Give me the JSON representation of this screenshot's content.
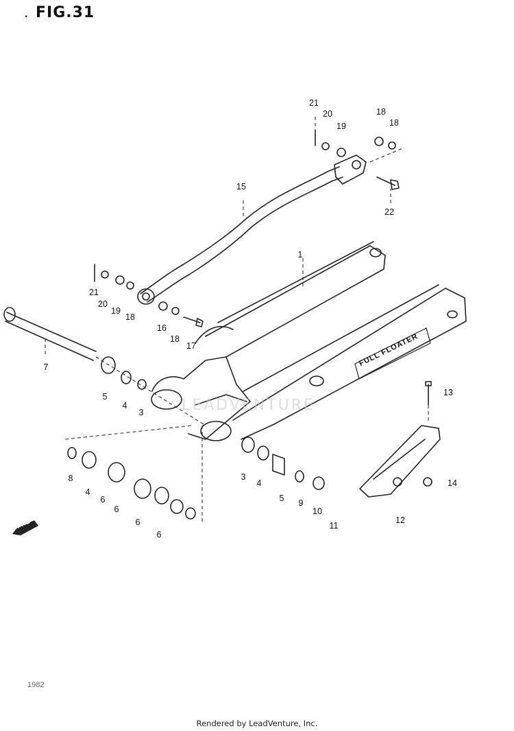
{
  "figure": {
    "title": "FIG.31",
    "mark": "."
  },
  "callouts": {
    "c1": "1",
    "c3a": "3",
    "c3b": "3",
    "c4a": "4",
    "c4b": "4",
    "c4c": "4",
    "c5a": "5",
    "c5b": "5",
    "c6a": "6",
    "c6b": "6",
    "c6c": "6",
    "c6d": "6",
    "c7": "7",
    "c8": "8",
    "c9": "9",
    "c10": "10",
    "c11": "11",
    "c12": "12",
    "c13": "13",
    "c14": "14",
    "c15": "15",
    "c16": "16",
    "c17": "17",
    "c18a": "18",
    "c18b": "18",
    "c18c": "18",
    "c19a": "19",
    "c19b": "19",
    "c20a": "20",
    "c20b": "20",
    "c21a": "21",
    "c21b": "21",
    "c22": "22"
  },
  "arm_lettering": "FULL FLOATER",
  "fwd_badge": "FWD",
  "watermark": "LEADVENTURE",
  "stamp": "1982",
  "footer": "Rendered by LeadVenture, Inc."
}
